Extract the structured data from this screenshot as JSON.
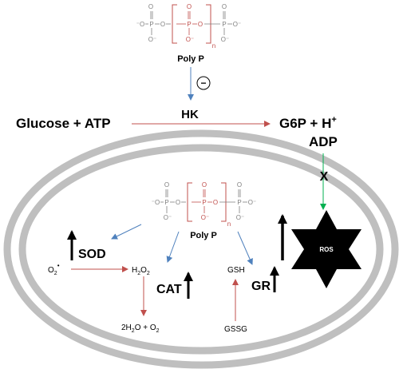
{
  "polyp_top": {
    "label": "Poly P",
    "atom_o": "O",
    "atom_p": "P",
    "atom_ominus": "O⁻",
    "atom_minus_o": "⁻O",
    "subscript_n": "n"
  },
  "inhibition_symbol": "−",
  "reaction": {
    "left": "Glucose + ATP",
    "enzyme": "HK",
    "right_main": "G6P + H",
    "right_sup": "+",
    "right_second": "ADP"
  },
  "block_mark": "X",
  "cell": {
    "polyp_label": "Poly P",
    "ros_label": "ROS",
    "sod_label": "SOD",
    "cat_label": "CAT",
    "gr_label": "GR",
    "superoxide_base": "O",
    "superoxide_sub": "2",
    "superoxide_sup": "•",
    "h2o2_a": "H",
    "h2o2_b": "2",
    "h2o2_c": "O",
    "h2o2_d": "2",
    "water_a": "2H",
    "water_b": "2",
    "water_c": "O + O",
    "water_d": "2",
    "gsh_label": "GSH",
    "gssg_label": "GSSG"
  },
  "colors": {
    "red_arrow": "#c0504d",
    "blue_arrow": "#4f81bd",
    "green_arrow": "#00b050",
    "membrane": "#bfbfbf",
    "structure_gray": "#7f7f7f",
    "structure_red": "#c0504d"
  }
}
